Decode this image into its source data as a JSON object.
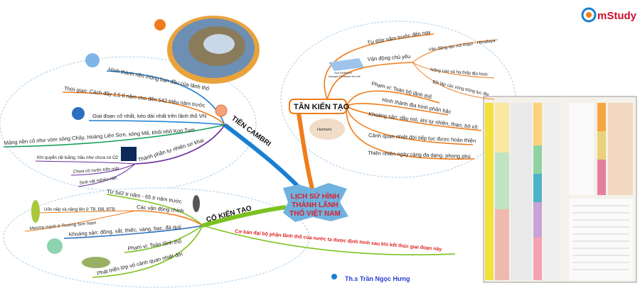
{
  "logo": {
    "text": "mStudy",
    "color": "#c8102e"
  },
  "center": {
    "line1": "LỊCH SỬ HÌNH",
    "line2": "THÀNH LÃNH",
    "line3": "THỔ VIỆT NAM"
  },
  "tien_cambri": {
    "title": "TIỀN CAMBRI",
    "items": [
      "Hình thành nền móng ban đầu của lãnh thổ",
      "Thời gian: Cách đây 2,5 tỉ năm cho đến 542 triệu năm trước",
      "Giai đoạn cổ nhất, kéo dài nhất trên lãnh thổ VN",
      "Mảng nền cổ như vòm sông Chảy, Hoàng Liên Sơn, sông Mã, khối nhô Kon Tum",
      "Thành phần tự nhiên sơ khai"
    ],
    "sub": [
      "Khí quyển rất loãng, hầu như chưa có O2",
      "Chưa có nước trên mặt",
      "Sinh vật nghèo nàn"
    ]
  },
  "co_kien_tao": {
    "title": "CỔ KIẾN TẠO",
    "items": [
      "Từ 542 tr năm - 65 tr năm trước",
      "Các vận động chính",
      "Khoáng sản: đồng, sắt, thiếc, vàng, bạc, đá quý",
      "Phạm vi: Toàn lãnh thổ",
      "Phát triển lớp vỏ cảnh quan nhiệt đới"
    ],
    "sub": [
      "Uốn nếp và nâng lên ở TB, ĐB, BTB",
      "Macma mạnh ở Trường Sơn Nam"
    ],
    "note": "Cơ bản đại bộ phận lãnh thổ của nước ta được định hình sau khi kết thúc giai đoạn này"
  },
  "tan_kien_tao": {
    "title": "TÂN KIẾN TẠO",
    "items": [
      "Từ 65tr năm trước đến nay",
      "Vận động chủ yếu",
      "Phạm vi: Toàn bộ lãnh thổ",
      "Hình thành địa hình phân bậc",
      "Khoáng sản: dầu mỏ, khí tự nhiên, than, bô xít",
      "Cảnh quan nhiệt đới tiếp tục được hoàn thiện",
      "Thiên nhiên ngày càng đa dạng, phong phú"
    ],
    "sub": [
      "Vận động tạo núi Anpơ - Himalaya",
      "Nâng cao và hạ thấp địa hình",
      "Bồi lấp các vùng trũng lục địa"
    ]
  },
  "image_labels": {
    "humans": "Humans",
    "soil1": "Soil Sediment",
    "soil2": "Isotopic Evidence for Life"
  },
  "author": "Th.s Trần Ngọc Hưng",
  "colors": {
    "blue": "#1a7fd1",
    "orange": "#f07c1a",
    "green": "#7cc21e",
    "purple": "#6a2ca0",
    "teal": "#15a05a",
    "node_blue": "#6fb2e0"
  }
}
